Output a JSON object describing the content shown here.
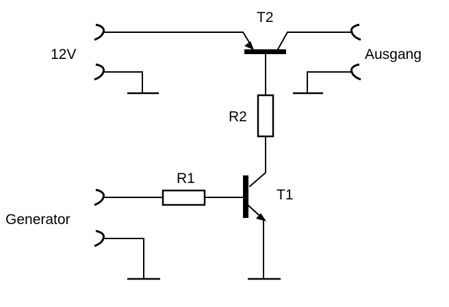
{
  "labels": {
    "t2": "T2",
    "t1": "T1",
    "r1": "R1",
    "r2": "R2",
    "supply": "12V",
    "output": "Ausgang",
    "generator": "Generator"
  },
  "colors": {
    "ink": "#000000",
    "background": "#ffffff"
  }
}
